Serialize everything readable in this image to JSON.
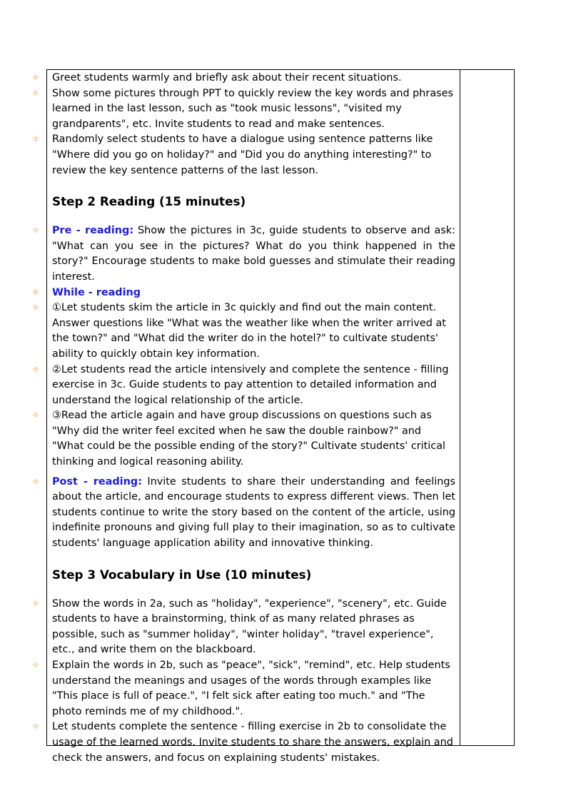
{
  "intro": {
    "b1": "Greet students warmly and briefly ask about their recent situations.",
    "b2": "Show some pictures through PPT to quickly review the key words and phrases learned in the last lesson, such as \"took music lessons\", \"visited my grandparents\", etc. Invite students to read and make sentences.",
    "b3": "Randomly select students to have a dialogue using sentence patterns like \"Where did you go on holiday?\" and \"Did you do anything interesting?\" to review the key sentence patterns of the last lesson."
  },
  "step2": {
    "title": "Step 2  Reading (15 minutes)",
    "pre_label": "Pre - reading:",
    "pre_text": " Show the pictures in 3c, guide students to observe and ask: \"What can you see in the pictures? What do you think happened in the story?\" Encourage students to make bold guesses and stimulate their reading interest.",
    "while_label": "While - reading",
    "while1": "①Let students skim the article in 3c quickly and find out the main content. Answer questions like \"What was the weather like when the writer arrived at the town?\" and \"What did the writer do in the hotel?\" to cultivate students' ability to quickly obtain key information.",
    "while2": "②Let students read the article intensively and complete the sentence - filling exercise in 3c. Guide students to pay attention to detailed information and understand the logical relationship of the article.",
    "while3": "③Read the article again and have group discussions on questions such as \"Why did the writer feel excited when he saw the double rainbow?\" and \"What could be the possible ending of the story?\" Cultivate students' critical thinking and logical reasoning ability.",
    "post_label": "Post - reading:",
    "post_text": " Invite students to share their understanding and feelings about the article, and encourage students to express different views. Then let students continue to write the story based on the content of the article, using indefinite pronouns and giving full play to their imagination, so as to cultivate students' language application ability and innovative thinking."
  },
  "step3": {
    "title": "Step 3  Vocabulary in Use (10 minutes)",
    "b1": "Show the words in 2a, such as \"holiday\", \"experience\", \"scenery\", etc. Guide students to have a brainstorming, think of as many related phrases as possible, such as \"summer holiday\", \"winter holiday\", \"travel experience\", etc., and write them on the blackboard.",
    "b2": "Explain the words in 2b, such as \"peace\", \"sick\", \"remind\", etc. Help students understand the meanings and usages of the words through examples like \"This place is full of peace.\", \"I felt sick after eating too much.\" and \"The photo reminds me of my childhood.\".",
    "b3": "Let students complete the sentence - filling exercise in 2b to consolidate the usage of the learned words. Invite students to share the answers, explain and check the answers, and focus on explaining students' mistakes."
  },
  "marker": "✧",
  "marker_bold": "✧",
  "colors": {
    "marker": "#e8a23a",
    "label": "#1f1fd1"
  }
}
